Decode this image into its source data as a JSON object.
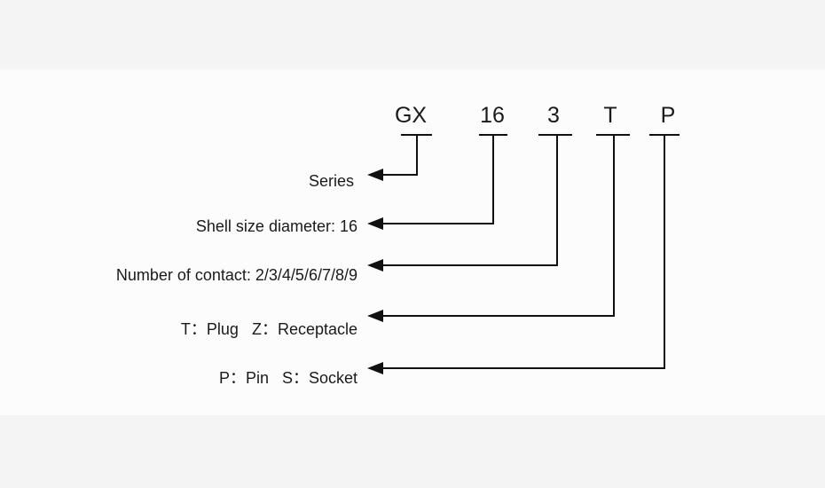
{
  "codes": [
    {
      "id": "series",
      "text": "GX"
    },
    {
      "id": "shell",
      "text": "16"
    },
    {
      "id": "contacts",
      "text": "3"
    },
    {
      "id": "type",
      "text": "T"
    },
    {
      "id": "pin",
      "text": "P"
    }
  ],
  "labels": {
    "series": "Series",
    "shell": "Shell size diameter: 16",
    "contacts": "Number of contact: 2/3/4/5/6/7/8/9",
    "type": "T：Plug   Z：Receptacle",
    "pin": "P：Pin   S：Socket"
  },
  "colors": {
    "background": "#f4f4f4",
    "panel": "#fcfcfc",
    "ink": "#111111"
  }
}
